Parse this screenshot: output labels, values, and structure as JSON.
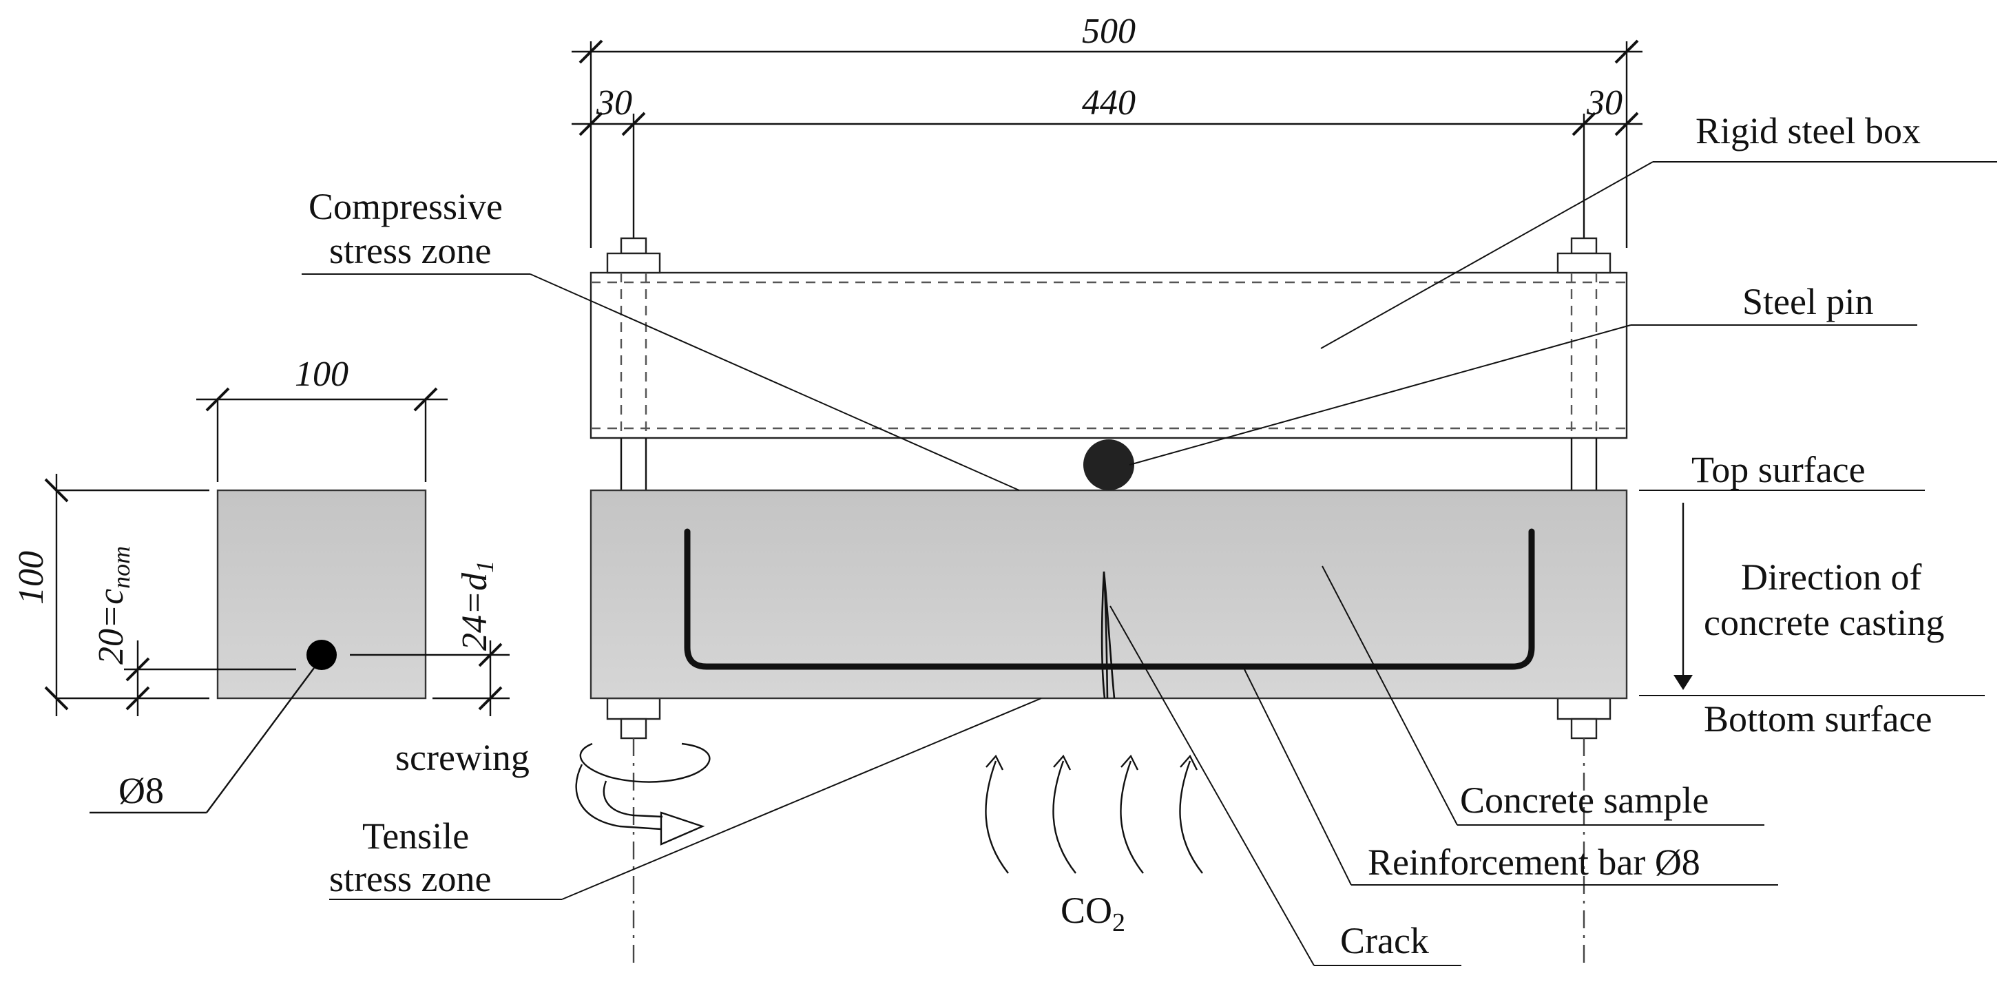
{
  "dimensions": {
    "total_length": "500",
    "end_left": "30",
    "inner_length": "440",
    "end_right": "30",
    "section_width": "100",
    "section_height": "100",
    "cover": "20=c",
    "cover_sub": "nom",
    "effective_depth": "24=d",
    "effective_depth_sub": "1",
    "bar_diameter": "Ø8"
  },
  "labels": {
    "rigid_steel_box": "Rigid steel box",
    "compressive_line1": "Compressive",
    "compressive_line2": "stress zone",
    "steel_pin": "Steel pin",
    "top_surface": "Top surface",
    "direction_line1": "Direction of",
    "direction_line2": "concrete casting",
    "bottom_surface": "Bottom surface",
    "screwing": "screwing",
    "tensile_line1": "Tensile",
    "tensile_line2": "stress zone",
    "concrete_sample": "Concrete sample",
    "reinforcement_bar": "Reinforcement bar Ø8",
    "co2": "CO",
    "co2_sub": "2",
    "crack": "Crack"
  },
  "colors": {
    "concrete": "#c8c8c8",
    "line": "#111111",
    "background": "#ffffff"
  }
}
